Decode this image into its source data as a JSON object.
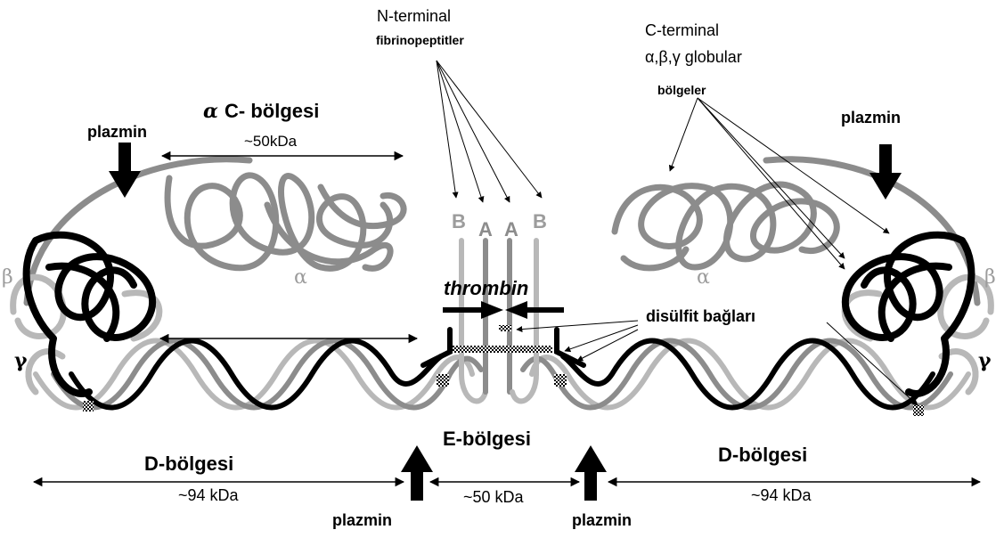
{
  "labels": {
    "n_terminal": "N-terminal",
    "fibrinopeptides": "fibrinopeptitler",
    "c_terminal": "C-terminal",
    "globular": "α,β,γ globular",
    "regions": "bölgeler",
    "ac_region_symbol": "α",
    "ac_region_text": "C- bölgesi",
    "ac_mass": "~50kDa",
    "plasmin": "plazmin",
    "thrombin": "thrombin",
    "disulfide": "disülfit bağları",
    "d_region": "D-bölgesi",
    "e_region": "E-bölgesi",
    "d_mass": "~94 kDa",
    "e_mass": "~50 kDa",
    "alpha": "α",
    "beta": "β",
    "gamma": "γ",
    "chain_a": "A",
    "chain_b": "B"
  },
  "colors": {
    "alpha_chain": "#8c8c8c",
    "beta_chain": "#b8b8b8",
    "gamma_chain": "#000000",
    "background": "#ffffff"
  }
}
